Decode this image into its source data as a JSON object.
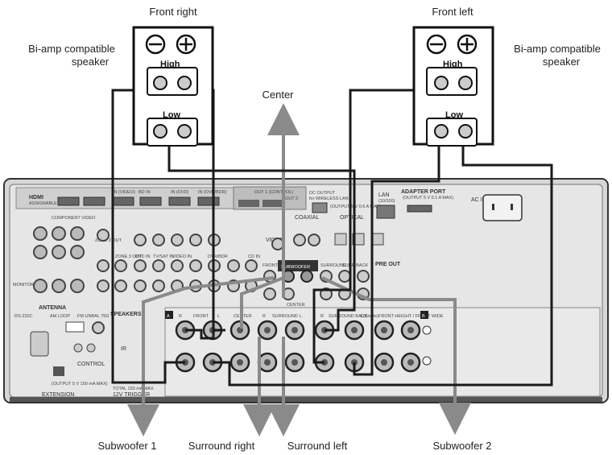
{
  "labels": {
    "front_right": "Front right",
    "front_left": "Front left",
    "biamp_left_line1": "Bi-amp compatible",
    "biamp_left_line2": "speaker",
    "biamp_right_line1": "Bi-amp compatible",
    "biamp_right_line2": "speaker",
    "center": "Center",
    "subwoofer1": "Subwoofer 1",
    "surround_right": "Surround right",
    "surround_left": "Surround left",
    "subwoofer2": "Subwoofer 2",
    "high": "High",
    "low": "Low"
  },
  "receiver": {
    "hdmi": "HDMI",
    "assignable": "ASSIGNABLE",
    "component_video": "COMPONENT VIDEO",
    "bd_in": "BD IN",
    "in_video": "IN (VIDEO)",
    "in_dvd": "IN (DVD)",
    "in_dvrbdr": "IN (DVR/BDR)",
    "out1_control": "OUT 1 (CONTROL)",
    "out2": "OUT 2",
    "dc_output": "DC OUTPUT",
    "for_wireless_lan": "for WIRELESS LAN",
    "output_dc": "(OUTPUT 5 V 0.6 A MAX)",
    "lan": "LAN",
    "lan_sub": "(10/100)",
    "adapter_port": "ADAPTER PORT",
    "adapter_port_sub": "(OUTPUT 5 V 0.1 A MAX)",
    "ac_in": "AC IN",
    "coaxial": "COAXIAL",
    "optical": "OPTICAL",
    "video": "VIDEO",
    "zone2_out": "ZONE 2 OUT",
    "zone3_out": "ZONE 3 OUT",
    "dvd_in": "DVD IN",
    "tvsat_in": "TV/SAT IN",
    "video_in": "VIDEO IN",
    "dvrbdr": "DVR/BDR",
    "cd_in": "CD IN",
    "front": "FRONT",
    "subwoofer": "SUBWOOFER",
    "surround": "SURROUND",
    "surround_back": "SURR BACK",
    "center_label": "CENTER",
    "pre_out": "PRE OUT",
    "monitor_out": "MONITOR OUT",
    "antenna": "ANTENNA",
    "am_loop": "AM LOOP",
    "fm_unbal": "FM UNBAL 75Ω",
    "rs232c": "RS-232C",
    "ir": "IR",
    "control": "CONTROL",
    "extension": "EXTENSION",
    "extension_sub": "(OUTPUT 5 V 150 mA MAX)",
    "trigger": "12V TRIGGER",
    "trigger_sub": "TOTAL 150 mA MAX",
    "speakers": "SPEAKERS",
    "sp_a": "A",
    "sp_b": "B",
    "sp_r": "R",
    "sp_l": "L",
    "sp_front": "FRONT",
    "sp_center": "CENTER",
    "sp_surround": "SURROUND",
    "sp_surround_back": "SURROUND BACK",
    "sp_lsingle": "L(Single)",
    "sp_front_height": "FRONT HEIGHT / FRONT WIDE"
  }
}
